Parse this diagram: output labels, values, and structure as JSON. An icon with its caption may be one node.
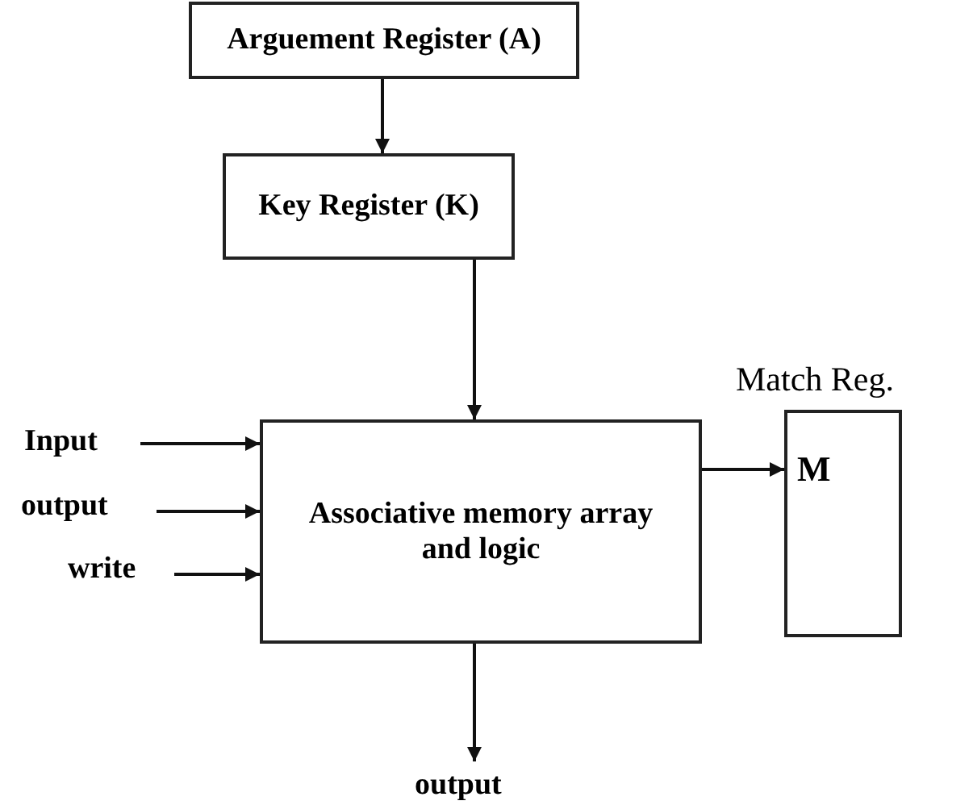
{
  "diagram": {
    "nodes": [
      {
        "text": [
          "Arguement Register (A)"
        ]
      },
      {
        "text": [
          "Key Register (K)"
        ]
      },
      {
        "text": [
          "Associative memory array and logic"
        ]
      },
      {
        "text": [
          "Match Reg.",
          "M"
        ]
      },
      {
        "text": [
          "Input"
        ]
      },
      {
        "text": [
          "output"
        ]
      },
      {
        "text": [
          "write"
        ]
      },
      {
        "text": [
          "output"
        ]
      }
    ],
    "edges": [
      {
        "from": 0,
        "to": 1,
        "arrow": "to"
      },
      {
        "from": 1,
        "to": 2,
        "arrow": "to"
      },
      {
        "from": 2,
        "to": 3,
        "arrow": "to"
      },
      {
        "from": 4,
        "to": 2,
        "arrow": "to"
      },
      {
        "from": 5,
        "to": 2,
        "arrow": "to"
      },
      {
        "from": 6,
        "to": 2,
        "arrow": "to"
      },
      {
        "from": 2,
        "to": 7,
        "arrow": "to"
      }
    ]
  }
}
